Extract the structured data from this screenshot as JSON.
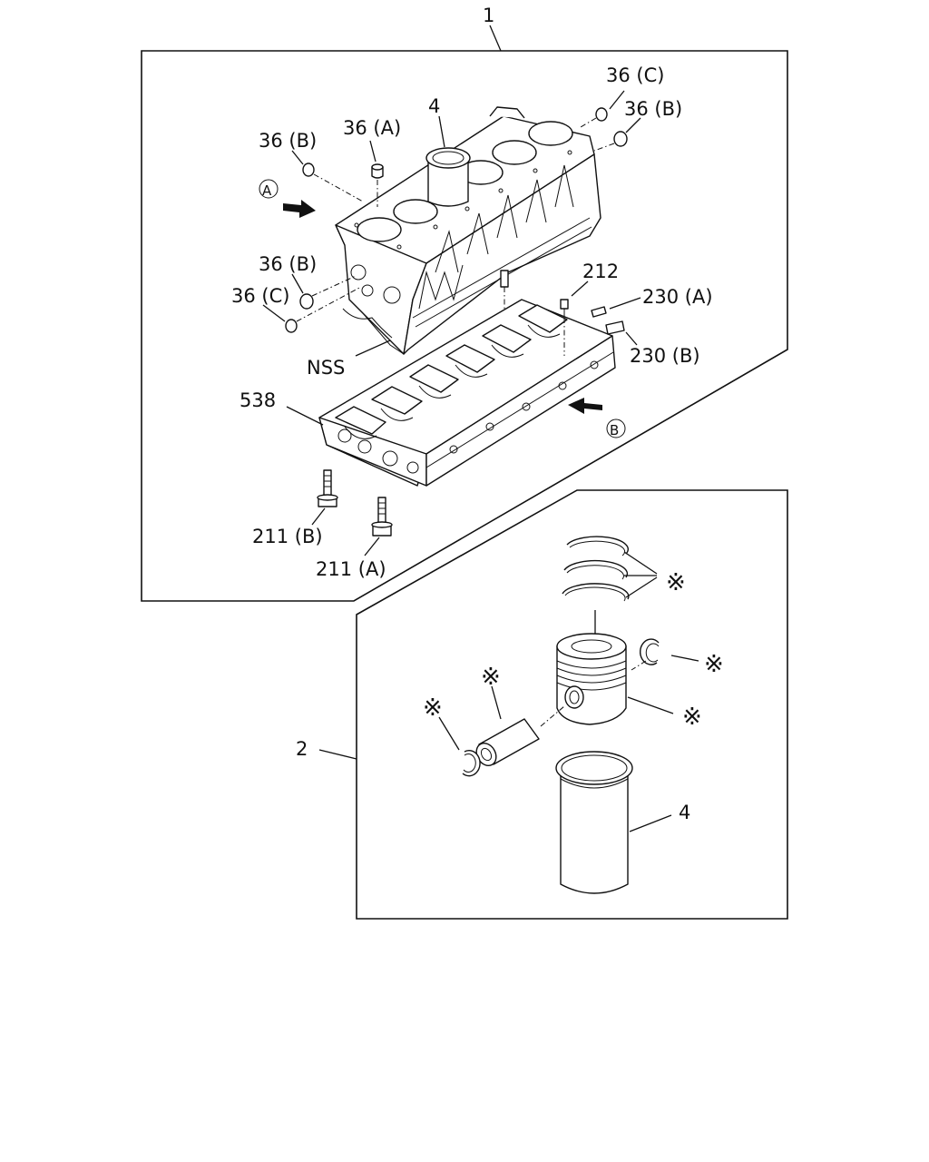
{
  "callouts": {
    "assembly_1": "1",
    "assembly_2": "2",
    "cylinder_liner_top": "4",
    "cylinder_liner_bottom": "4",
    "plug_36c_top": "36 (C)",
    "plug_36b_top_right": "36 (B)",
    "plug_36a": "36 (A)",
    "plug_36b_top_left": "36 (B)",
    "plug_36b_side": "36 (B)",
    "plug_36c_side": "36 (C)",
    "view_a": "A",
    "view_b": "B",
    "nozzle_212": "212",
    "plug_230a": "230 (A)",
    "plug_230b": "230 (B)",
    "nss": "NSS",
    "crankcase_538": "538",
    "bolt_211b": "211 (B)",
    "bolt_211a": "211 (A)",
    "kit_rings": "※",
    "kit_snap_ring_right": "※",
    "kit_piston": "※",
    "kit_pin": "※",
    "kit_snap_ring_left": "※"
  }
}
